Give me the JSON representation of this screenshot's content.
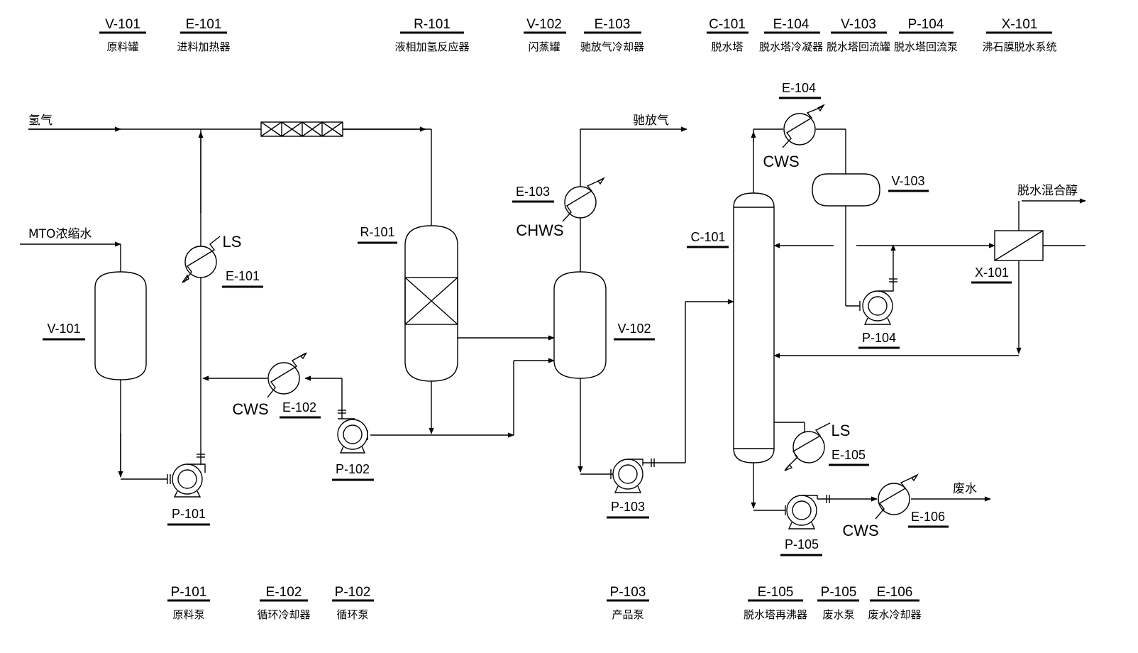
{
  "legend_top": [
    {
      "tag": "V-101",
      "name": "原料罐"
    },
    {
      "tag": "E-101",
      "name": "进料加热器"
    },
    {
      "tag": "R-101",
      "name": "液相加氢反应器"
    },
    {
      "tag": "V-102",
      "name": "闪蒸罐"
    },
    {
      "tag": "E-103",
      "name": "驰放气冷却器"
    },
    {
      "tag": "C-101",
      "name": "脱水塔"
    },
    {
      "tag": "E-104",
      "name": "脱水塔冷凝器"
    },
    {
      "tag": "V-103",
      "name": "脱水塔回流罐"
    },
    {
      "tag": "P-104",
      "name": "脱水塔回流泵"
    },
    {
      "tag": "X-101",
      "name": "沸石膜脱水系统"
    }
  ],
  "legend_bottom": [
    {
      "tag": "P-101",
      "name": "原料泵"
    },
    {
      "tag": "E-102",
      "name": "循环冷却器"
    },
    {
      "tag": "P-102",
      "name": "循环泵"
    },
    {
      "tag": "P-103",
      "name": "产品泵"
    },
    {
      "tag": "E-105",
      "name": "脱水塔再沸器"
    },
    {
      "tag": "P-105",
      "name": "废水泵"
    },
    {
      "tag": "E-106",
      "name": "废水冷却器"
    }
  ],
  "streams": {
    "hydrogen": "氢气",
    "mto_water": "MTO浓缩水",
    "purge_gas": "驰放气",
    "dehydrated_alcohol": "脱水混合醇",
    "waste_water": "废水"
  },
  "utilities": {
    "ls_e101": "LS",
    "cws_e102": "CWS",
    "chws_e103": "CHWS",
    "cws_e104": "CWS",
    "ls_e105": "LS",
    "cws_e106": "CWS"
  },
  "equipment_tags": {
    "v101": "V-101",
    "e101": "E-101",
    "r101": "R-101",
    "e102": "E-102",
    "p101": "P-101",
    "p102": "P-102",
    "e103": "E-103",
    "v102": "V-102",
    "p103": "P-103",
    "e104": "E-104",
    "v103": "V-103",
    "c101": "C-101",
    "x101": "X-101",
    "p104": "P-104",
    "e105": "E-105",
    "p105": "P-105",
    "e106": "E-106"
  }
}
